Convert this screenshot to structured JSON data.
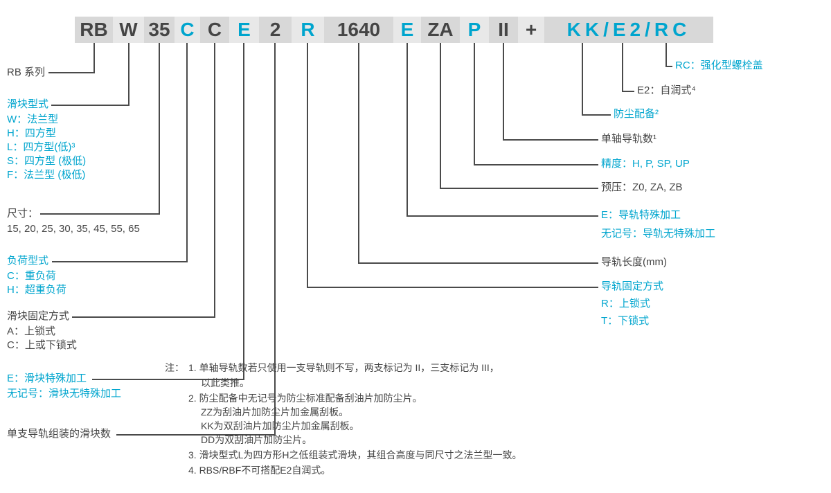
{
  "colors": {
    "accent_cyan": "#00a5ce",
    "text_dark": "#454545",
    "segment_bg_dark": "#d8d8d8",
    "segment_bg_light": "#e8e8e8",
    "line": "#4a4a4a"
  },
  "code": [
    "RB",
    "W",
    "35",
    "C",
    "C",
    "E",
    "2",
    "R",
    "1640",
    "E",
    "ZA",
    "P",
    "II",
    "+",
    "KK/E2/RC"
  ],
  "left": {
    "series": {
      "title": "RB 系列"
    },
    "block_type": {
      "title": "滑块型式",
      "items": [
        "W：法兰型",
        "H：四方型",
        "L：四方型(低)³",
        "S：四方型 (极低)",
        "F：法兰型 (极低)"
      ]
    },
    "size": {
      "title": "尺寸：",
      "values": "15, 20, 25, 30, 35, 45, 55, 65"
    },
    "load_type": {
      "title": "负荷型式",
      "items": [
        "C：重负荷",
        "H：超重负荷"
      ]
    },
    "block_fixing": {
      "title": "滑块固定方式",
      "items": [
        "A：上锁式",
        "C：上或下锁式"
      ]
    },
    "block_special": {
      "items": [
        "E：滑块特殊加工",
        "无记号：滑块无特殊加工"
      ]
    },
    "block_count": {
      "title": "单支导轨组装的滑块数"
    }
  },
  "right": {
    "rail_fixing": {
      "title": "导轨固定方式",
      "items": [
        "R：上锁式",
        "T：下锁式"
      ]
    },
    "rail_length": {
      "title": "导轨长度(mm)"
    },
    "rail_special": {
      "items": [
        "E：导轨特殊加工",
        "无记号：导轨无特殊加工"
      ]
    },
    "preload": {
      "title": "预压：Z0, ZA, ZB"
    },
    "accuracy": {
      "title": "精度：H, P, SP, UP"
    },
    "rail_count": {
      "title": "单轴导轨数¹"
    },
    "dust_proof": {
      "title": "防尘配备²"
    },
    "self_lube": {
      "title": "E2：自润式⁴"
    },
    "bolt_cap": {
      "title": "RC：强化型螺栓盖"
    }
  },
  "notes": {
    "label": "注：",
    "lines": [
      "1. 单轴导轨数若只使用一支导轨则不写，两支标记为 II，三支标记为 III，",
      "以此类推。",
      "2. 防尘配备中无记号为防尘标准配备刮油片加防尘片。",
      "ZZ为刮油片加防尘片加金属刮板。",
      "KK为双刮油片加防尘片加金属刮板。",
      "DD为双刮油片加防尘片。",
      "3. 滑块型式L为四方形H之低组装式滑块，其组合高度与同尺寸之法兰型一致。",
      "4. RBS/RBF不可搭配E2自润式。"
    ]
  }
}
